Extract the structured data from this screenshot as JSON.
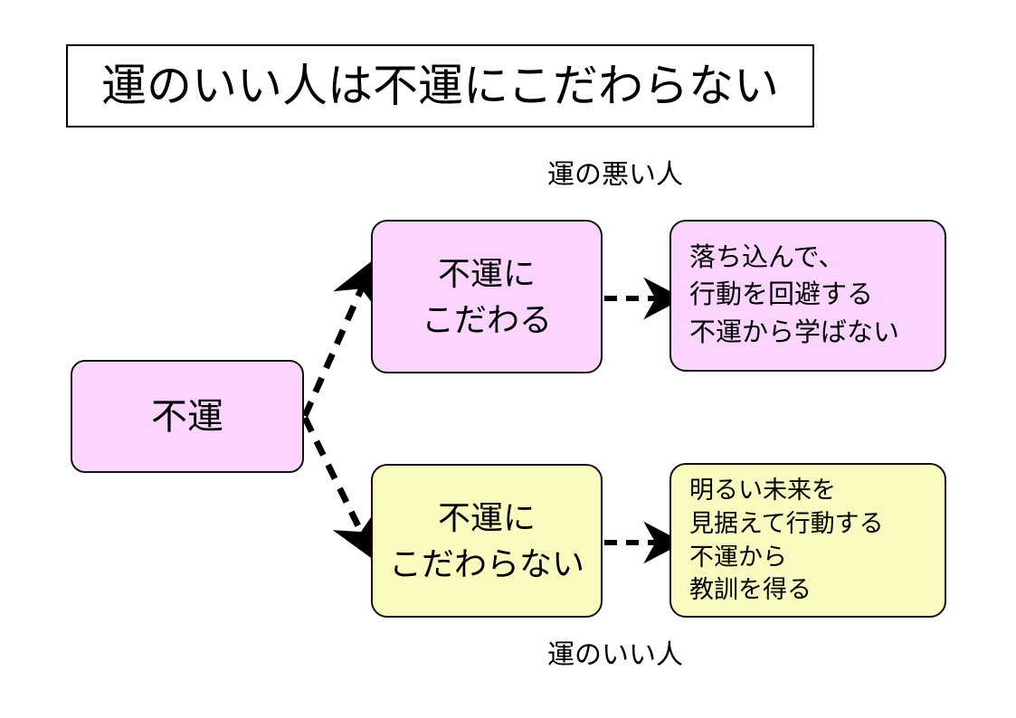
{
  "slide": {
    "title": "運のいい人は不運にこだわらない",
    "background_color": "#ffffff"
  },
  "captions": {
    "top": "運の悪い人",
    "bottom": "運のいい人"
  },
  "colors": {
    "pink_fill": "#fbd4ff",
    "yellow_fill": "#f9f9c0",
    "border": "#111111",
    "text": "#000000",
    "arrow": "#000000"
  },
  "nodes": {
    "misfortune": {
      "label": "不運",
      "fill": "#fbd4ff",
      "lines": [
        "不運"
      ]
    },
    "obsess": {
      "label": "不運にこだわる",
      "fill": "#fbd4ff",
      "lines": [
        "不運に",
        "こだわる"
      ]
    },
    "obsess_result": {
      "label": "落ち込んで、行動を回避する、不運から学ばない",
      "fill": "#fbd4ff",
      "lines": [
        "落ち込んで、",
        "行動を回避する",
        "不運から学ばない"
      ]
    },
    "let_go": {
      "label": "不運にこだわらない",
      "fill": "#f9f9c0",
      "lines": [
        "不運に",
        "こだわらない"
      ]
    },
    "let_go_result": {
      "label": "明るい未来を見据えて行動する、不運から教訓を得る",
      "fill": "#f9f9c0",
      "lines": [
        "明るい未来を",
        "見据えて行動する",
        "不運から",
        "教訓を得る"
      ]
    }
  },
  "connectors": [
    {
      "name": "misfortune-to-obsess",
      "style": "dashed",
      "arrowhead": "open-v",
      "from": "misfortune",
      "to": "obsess"
    },
    {
      "name": "misfortune-to-let-go",
      "style": "dashed",
      "arrowhead": "open-v",
      "from": "misfortune",
      "to": "let_go"
    },
    {
      "name": "obsess-to-obsess-result",
      "style": "dashed",
      "arrowhead": "open-v",
      "from": "obsess",
      "to": "obsess_result"
    },
    {
      "name": "let-go-to-let-go-result",
      "style": "dashed",
      "arrowhead": "open-v",
      "from": "let_go",
      "to": "let_go_result"
    }
  ]
}
